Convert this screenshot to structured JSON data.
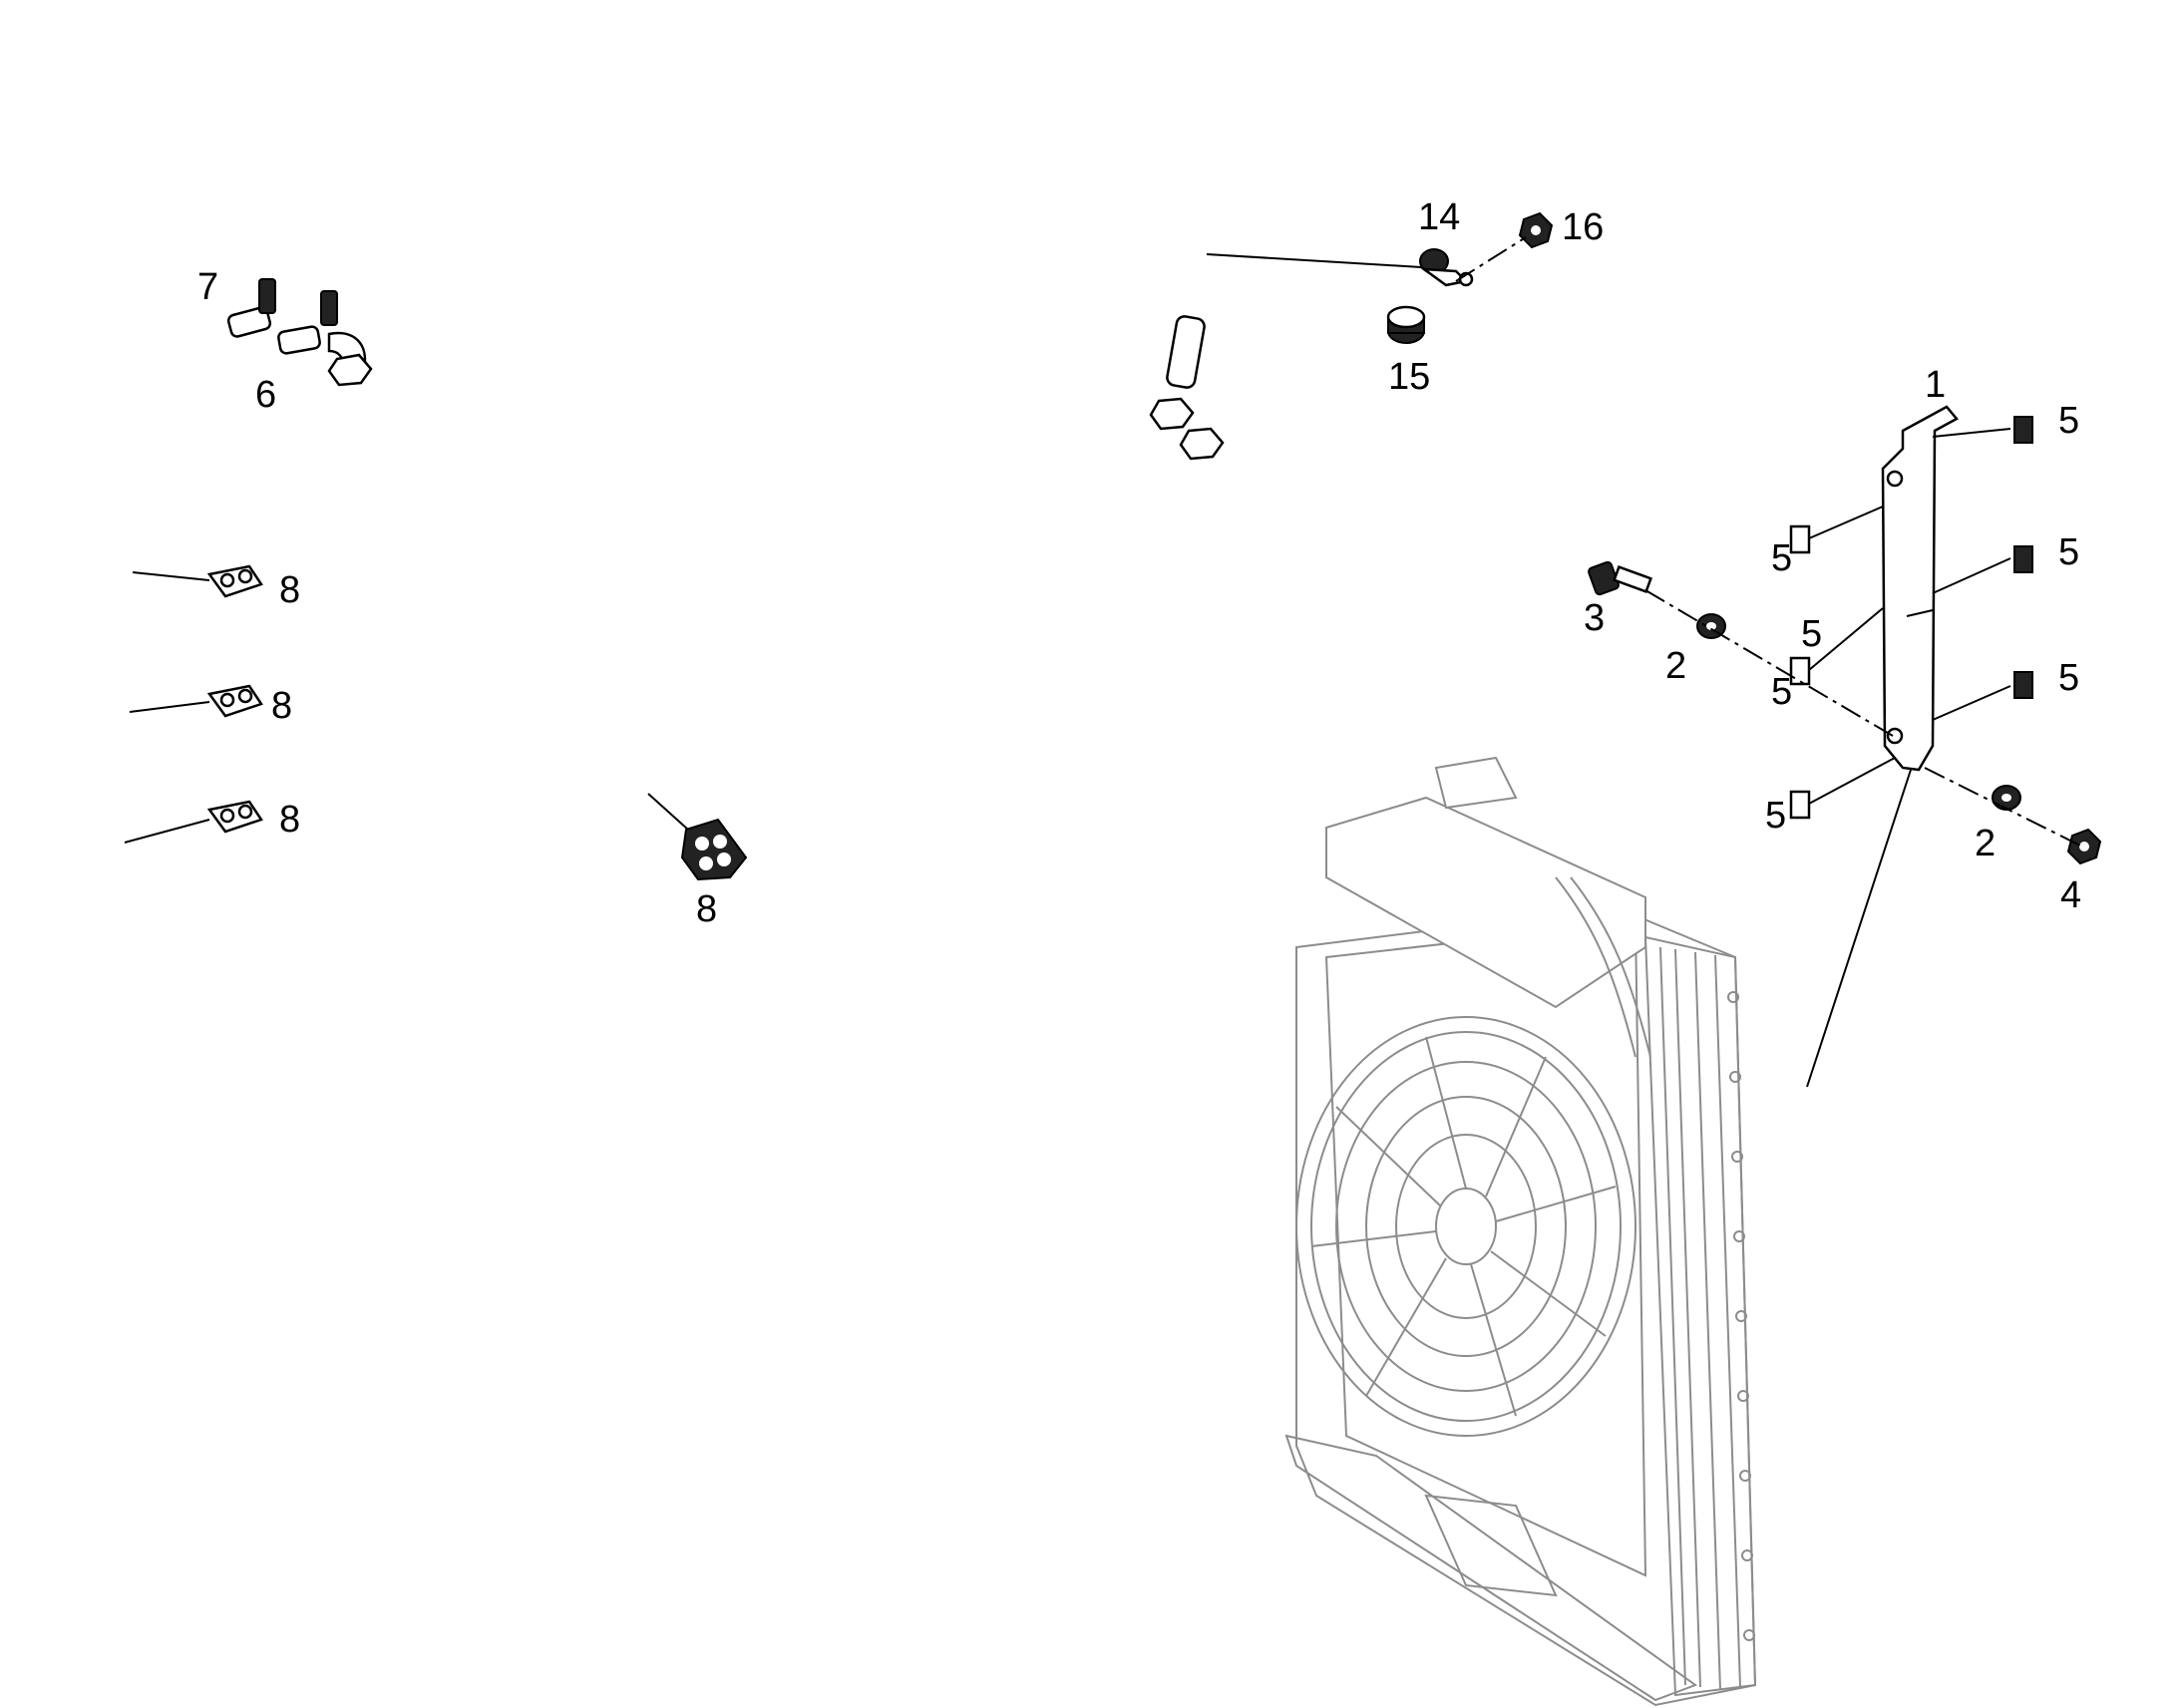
{
  "callouts": [
    {
      "key": "c1",
      "label": "1"
    },
    {
      "key": "c5a",
      "label": "5"
    },
    {
      "key": "c5b",
      "label": "5"
    },
    {
      "key": "c5c",
      "label": "5"
    },
    {
      "key": "c5d",
      "label": "5"
    },
    {
      "key": "c5e",
      "label": "5"
    },
    {
      "key": "c5f",
      "label": "5"
    },
    {
      "key": "c5g",
      "label": "5"
    },
    {
      "key": "c3",
      "label": "3"
    },
    {
      "key": "c2a",
      "label": "2"
    },
    {
      "key": "c2b",
      "label": "2"
    },
    {
      "key": "c4",
      "label": "4"
    },
    {
      "key": "c6",
      "label": "6"
    },
    {
      "key": "c7",
      "label": "7"
    },
    {
      "key": "c8a",
      "label": "8"
    },
    {
      "key": "c8b",
      "label": "8"
    },
    {
      "key": "c8c",
      "label": "8"
    },
    {
      "key": "c8d",
      "label": "8"
    },
    {
      "key": "c14",
      "label": "14"
    },
    {
      "key": "c15",
      "label": "15"
    },
    {
      "key": "c16",
      "label": "16"
    }
  ]
}
